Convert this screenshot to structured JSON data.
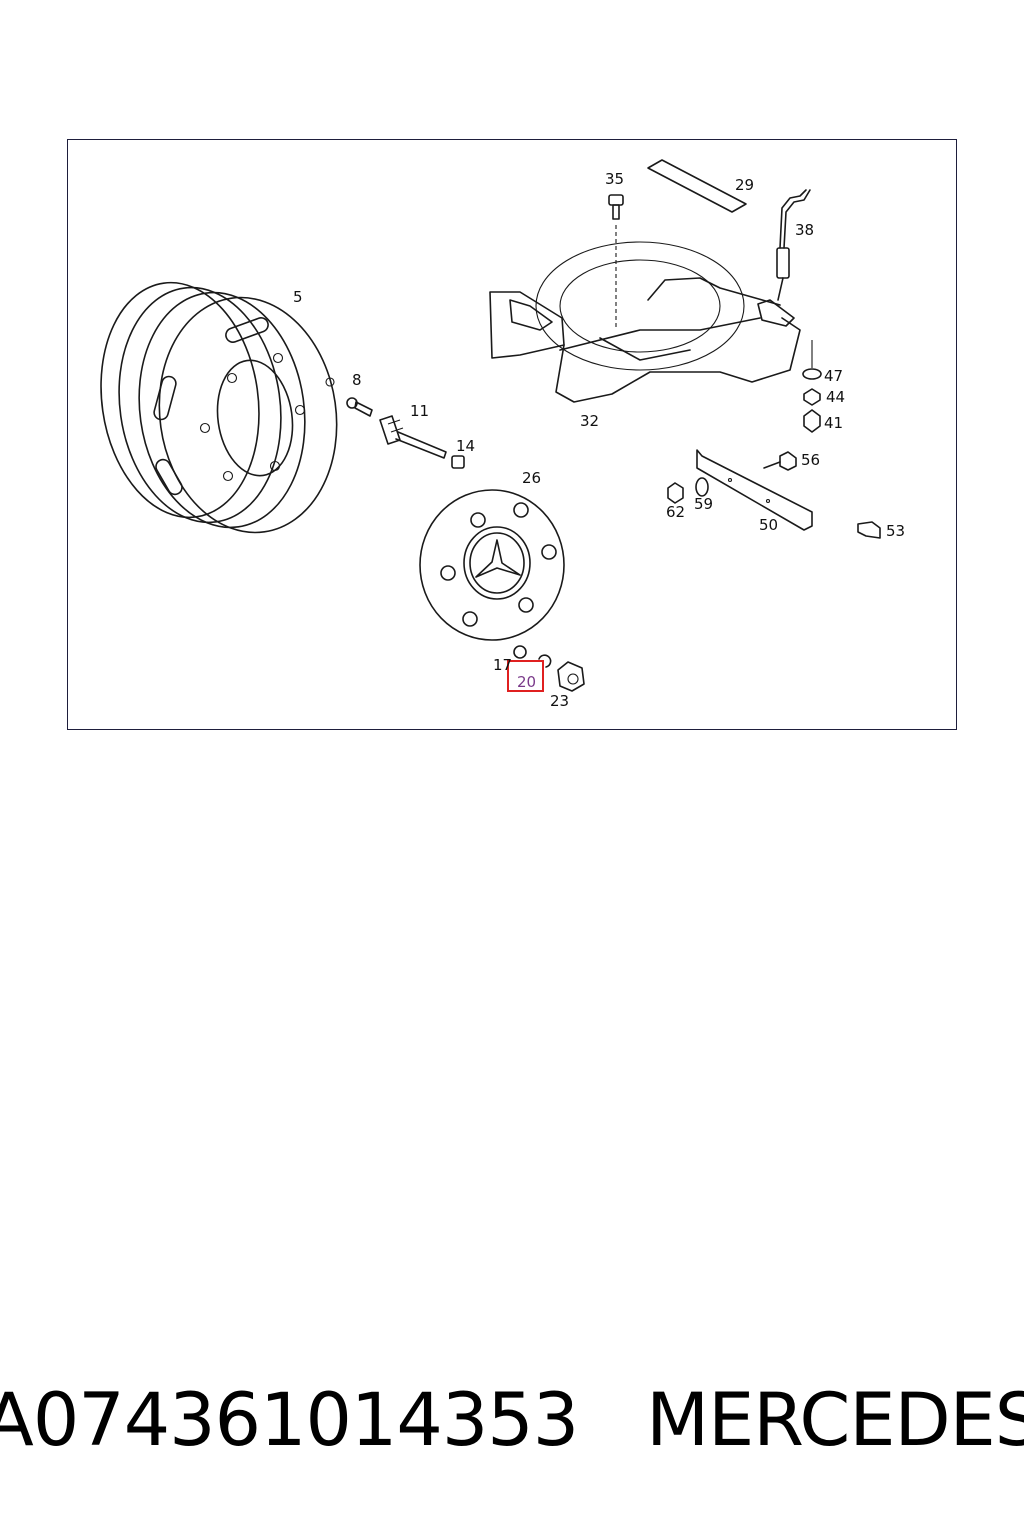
{
  "callouts": {
    "c5": "5",
    "c8": "8",
    "c11": "11",
    "c14": "14",
    "c17": "17",
    "c20": "20",
    "c23": "23",
    "c26": "26",
    "c29": "29",
    "c32": "32",
    "c35": "35",
    "c38": "38",
    "c41": "41",
    "c44": "44",
    "c47": "47",
    "c50": "50",
    "c53": "53",
    "c56": "56",
    "c59": "59",
    "c62": "62"
  },
  "highlight": {
    "color": "#e02020",
    "part": "20"
  },
  "caption": {
    "part_number": "A074361014353",
    "brand": "MERCEDES"
  }
}
